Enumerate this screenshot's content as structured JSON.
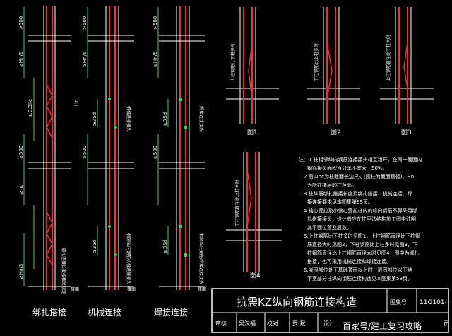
{
  "dims": {
    "lap_top": ">500",
    "lap_h6": "≥Hn/6",
    "lap_hc": "≥hc",
    "lap_500b": "≥500",
    "spacing": "≥0.3lle",
    "lap_hn3": "≥Hn/3",
    "weld_35d": "≥35d",
    "hn_label": "Hn"
  },
  "notes_side": {
    "lap_zone": "绑扎搭接区",
    "mech_zone": "机械连接接头",
    "weld_zone": "焊接连接接头",
    "lap_note": "绑扎搭接长度按相关规定",
    "mech_note": "相邻纵向钢筋机械连接接头",
    "weld_note": "相邻纵向钢筋焊接连接接头",
    "beam_top": "楼面"
  },
  "col_labels": {
    "lap": "绑扎搭接",
    "mech": "机械连接",
    "weld": "焊接连接"
  },
  "figs": {
    "fig1": "图1",
    "fig2": "图2",
    "fig3": "图3",
    "fig4": "图4",
    "fig1_note": "上柱钢筋比下柱多时",
    "fig2_note": "下柱钢筋比上柱多时",
    "fig3_note": "上柱钢筋直径比下柱大时",
    "fig4_note": "下柱钢筋直径比上柱大时"
  },
  "notes": [
    "注：1.柱相邻纵向钢筋连接接头相互错开，在同一截面内",
    "钢筋接头面积百分率不宜大于50%。",
    "2.图中hc为柱截面长边尺寸(圆柱为截面直径)，Hn",
    "为所在楼层的柱净高。",
    "3.柱纵筋绑扎搭接长度及绑扎搭接、机械连接、焊",
    "接连接要求见本图集第55页。",
    "4.轴心受拉及小偏心受拉柱内的纵向钢筋不得采用绑",
    "扎搭接接头，设计者应在柱平法结构施工图中注明",
    "其平面位置及层数。",
    "5.上柱钢筋比下柱多时见图1，上柱钢筋直径比下柱钢",
    "筋直径大时见图2，下柱钢筋比上柱多时见图3，下",
    "柱钢筋直径比上柱钢筋直径大时见图4，图中为绑扎",
    "搭接，也可采用机械连接和焊接连接。",
    "6.嵌固部位处于基础顶面以上时，嵌固部位以下地",
    "下室部分柱纵向钢筋连接构造见本图集第58页。"
  ],
  "title_block": {
    "title": "抗震KZ纵向钢筋连接构造",
    "atlas_label": "图集号",
    "atlas_no": "11G101-",
    "review": "审核",
    "reviewer": "吴汉福",
    "check": "校对",
    "checker": "罗 斌",
    "design": "设计",
    "page_label": "页"
  },
  "watermark": "百家号/建工复习攻略",
  "colors": {
    "bg": "#000000",
    "rebar": "#ff2a2a",
    "line": "#ffffff",
    "dim": "#3ad63a",
    "frame": "#ffffff",
    "text": "#ffffff",
    "title": "#ffffff"
  }
}
